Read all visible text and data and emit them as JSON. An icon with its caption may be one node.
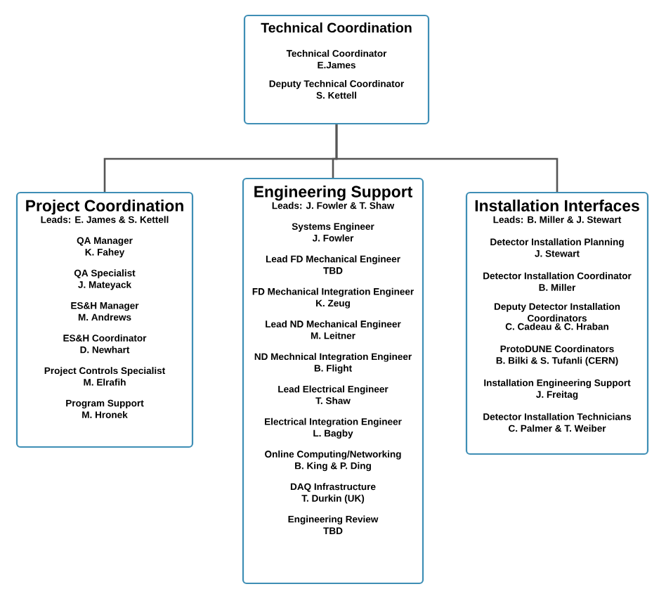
{
  "diagram": {
    "nodes": [
      {
        "text": [
          "Technical Coordination",
          "Technical  Coordinator",
          "E.James",
          "Deputy Technical Coordinator",
          "S. Kettell"
        ]
      },
      {
        "text": [
          "Project Coordination",
          "Leads: E. James & S. Kettell",
          "QA Manager",
          "K. Fahey",
          "QA Specialist",
          "J. Mateyack",
          "ES&H Manager",
          "M. Andrews",
          "ES&H Coordinator",
          "D. Newhart",
          "Project Controls Specialist",
          "M. Elrafih",
          "Program Support",
          "M. Hronek"
        ]
      },
      {
        "text": [
          "Engineering Support",
          "Leads: J. Fowler & T. Shaw",
          "Systems Engineer",
          "J. Fowler",
          "Lead FD Mechanical Engineer",
          "TBD",
          "FD Mechanical Integration Engineer",
          "K. Zeug",
          "Lead ND Mechanical Engineer",
          "M. Leitner",
          "ND Mechnical Integration Engineer",
          "B. Flight",
          "Lead Electrical Engineer",
          "T. Shaw",
          "Electrical Integration Engineer",
          "L. Bagby",
          "Online Computing/Networking",
          "B. King & P. Ding",
          "DAQ Infrastructure",
          "T. Durkin (UK)",
          "Engineering Review",
          "TBD"
        ]
      },
      {
        "text": [
          "Installation Interfaces",
          "Leads: B. Miller & J. Stewart",
          "Detector Installation Planning",
          "J. Stewart",
          "Detector Installation Coordinator",
          "B. Miller",
          "Deputy Detector Installation Coordinators",
          "C. Cadeau & C. Hraban",
          "ProtoDUNE Coordinators",
          "B. Bilki & S. Tufanli (CERN)",
          "Installation Engineering Support",
          "J. Freitag",
          "Detector Installation Technicians",
          "C. Palmer & T. Weiber"
        ]
      }
    ],
    "edges": [
      {
        "from": 0,
        "to": 1,
        "arrow": "none"
      },
      {
        "from": 0,
        "to": 2,
        "arrow": "none"
      },
      {
        "from": 0,
        "to": 3,
        "arrow": "none"
      }
    ]
  }
}
